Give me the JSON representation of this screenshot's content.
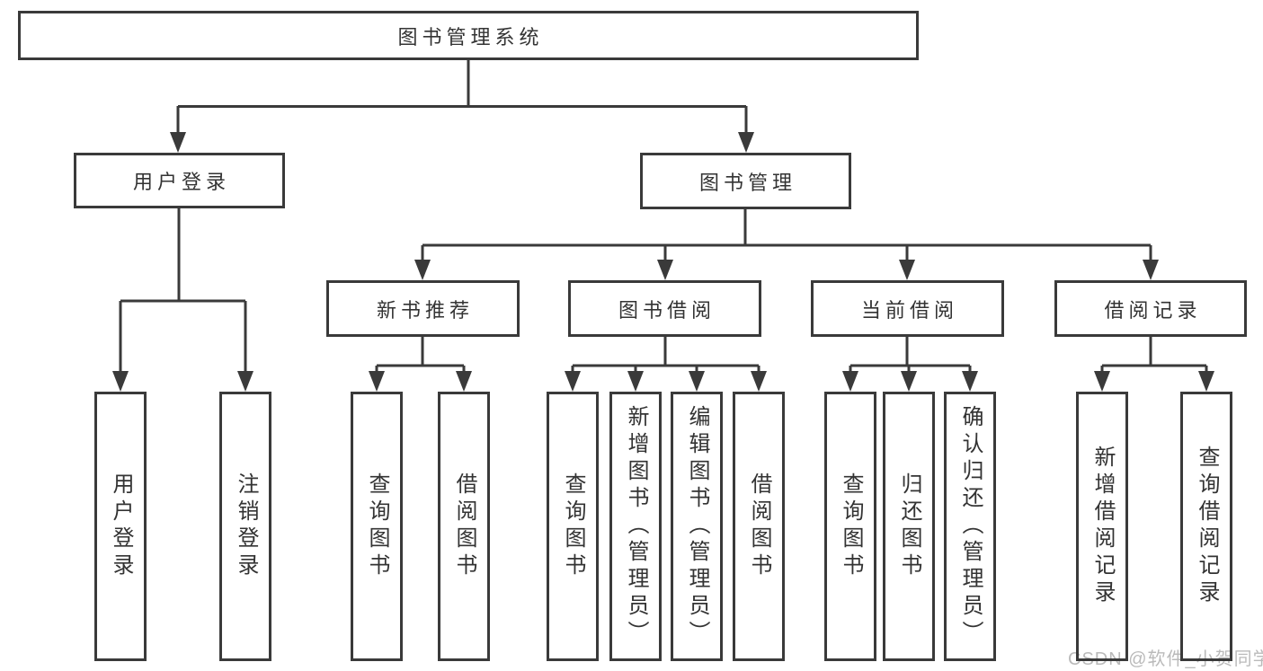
{
  "tree": {
    "label": "图书管理系统",
    "children": [
      {
        "label": "用户登录",
        "children": [
          {
            "label": "用户登录"
          },
          {
            "label": "注销登录"
          }
        ]
      },
      {
        "label": "图书管理",
        "children": [
          {
            "label": "新书推荐",
            "children": [
              {
                "label": "查询图书"
              },
              {
                "label": "借阅图书"
              }
            ]
          },
          {
            "label": "图书借阅",
            "children": [
              {
                "label": "查询图书"
              },
              {
                "label": "新增图书（管理员）"
              },
              {
                "label": "编辑图书（管理员）"
              },
              {
                "label": "借阅图书"
              }
            ]
          },
          {
            "label": "当前借阅",
            "children": [
              {
                "label": "查询图书"
              },
              {
                "label": "归还图书"
              },
              {
                "label": "确认归还（管理员）"
              }
            ]
          },
          {
            "label": "借阅记录",
            "children": [
              {
                "label": "新增借阅记录"
              },
              {
                "label": "查询借阅记录"
              }
            ]
          }
        ]
      }
    ]
  },
  "watermark": {
    "text": "CSDN @软件_小贺同学"
  },
  "colors": {
    "line": "#3a3a3a",
    "text": "#333333",
    "watermark": "#bbbbbb",
    "background": "#ffffff"
  }
}
